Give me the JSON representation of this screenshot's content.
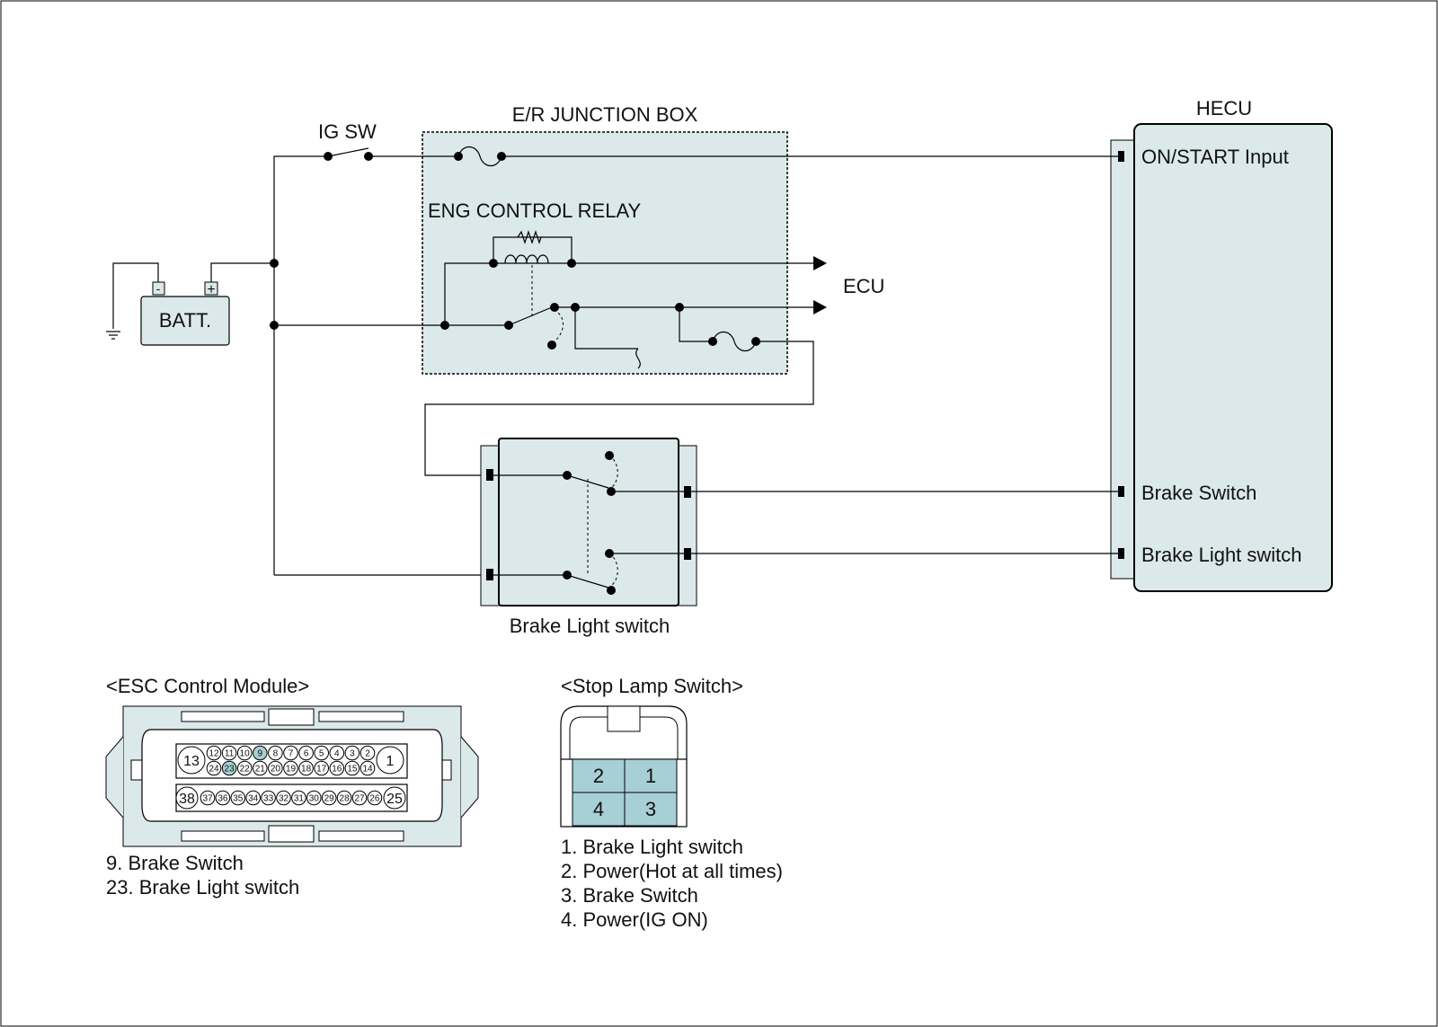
{
  "labels": {
    "ig_sw": "IG SW",
    "junction_box": "E/R JUNCTION BOX",
    "eng_control_relay": "ENG  CONTROL RELAY",
    "ecu": "ECU",
    "batt": "BATT.",
    "batt_minus": "-",
    "batt_plus": "+",
    "hecu": "HECU",
    "brake_light_switch": "Brake Light switch"
  },
  "hecu_pins": [
    "ON/START Input",
    "Brake Switch",
    "Brake Light switch"
  ],
  "esc_module": {
    "title": "<ESC Control Module>",
    "top_row": [
      "12",
      "11",
      "10",
      "9",
      "8",
      "7",
      "6",
      "5",
      "4",
      "3",
      "2"
    ],
    "mid_row": [
      "24",
      "23",
      "22",
      "21",
      "20",
      "19",
      "18",
      "17",
      "16",
      "15",
      "14"
    ],
    "bottom_row": [
      "37",
      "36",
      "35",
      "34",
      "33",
      "32",
      "31",
      "30",
      "29",
      "28",
      "27",
      "26"
    ],
    "left_top": "13",
    "right_top": "1",
    "left_bottom": "38",
    "right_bottom": "25",
    "highlighted": [
      "9",
      "23"
    ],
    "notes": [
      "9. Brake Switch",
      "23. Brake Light switch"
    ]
  },
  "stop_lamp_switch": {
    "title": "<Stop Lamp Switch>",
    "pins": [
      "2",
      "1",
      "4",
      "3"
    ],
    "notes": [
      "1. Brake Light switch",
      "2. Power(Hot at all times)",
      "3. Brake Switch",
      "4. Power(IG ON)"
    ]
  },
  "colors": {
    "box_fill": "#dbe9ea",
    "pin_highlight": "#a7cfd6",
    "line": "#000000"
  }
}
